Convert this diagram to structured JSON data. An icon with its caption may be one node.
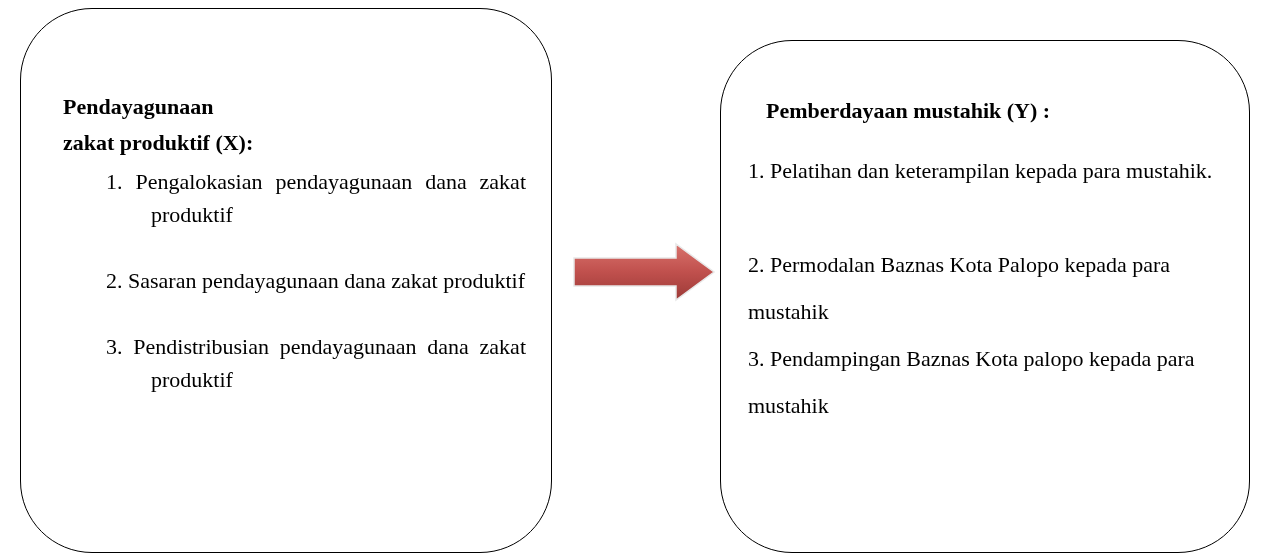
{
  "diagram": {
    "nodes": [
      {
        "text": [
          "Pendayagunaan zakat produktif (X):",
          "1. Pengalokasian pendayagunaan dana zakat produktif",
          "2. Sasaran pendayagunaan dana zakat produktif",
          "3. Pendistribusian pendayagunaan dana zakat produktif"
        ]
      },
      {
        "text": [
          "Pemberdayaan mustahik (Y) :",
          "1. Pelatihan dan keterampilan kepada para mustahik.",
          "2. Permodalan Baznas Kota Palopo kepada para mustahik",
          "3. Pendampingan Baznas Kota palopo kepada para mustahik"
        ]
      }
    ],
    "edges": [
      {
        "from": 0,
        "to": 1,
        "arrow": "to"
      }
    ]
  }
}
